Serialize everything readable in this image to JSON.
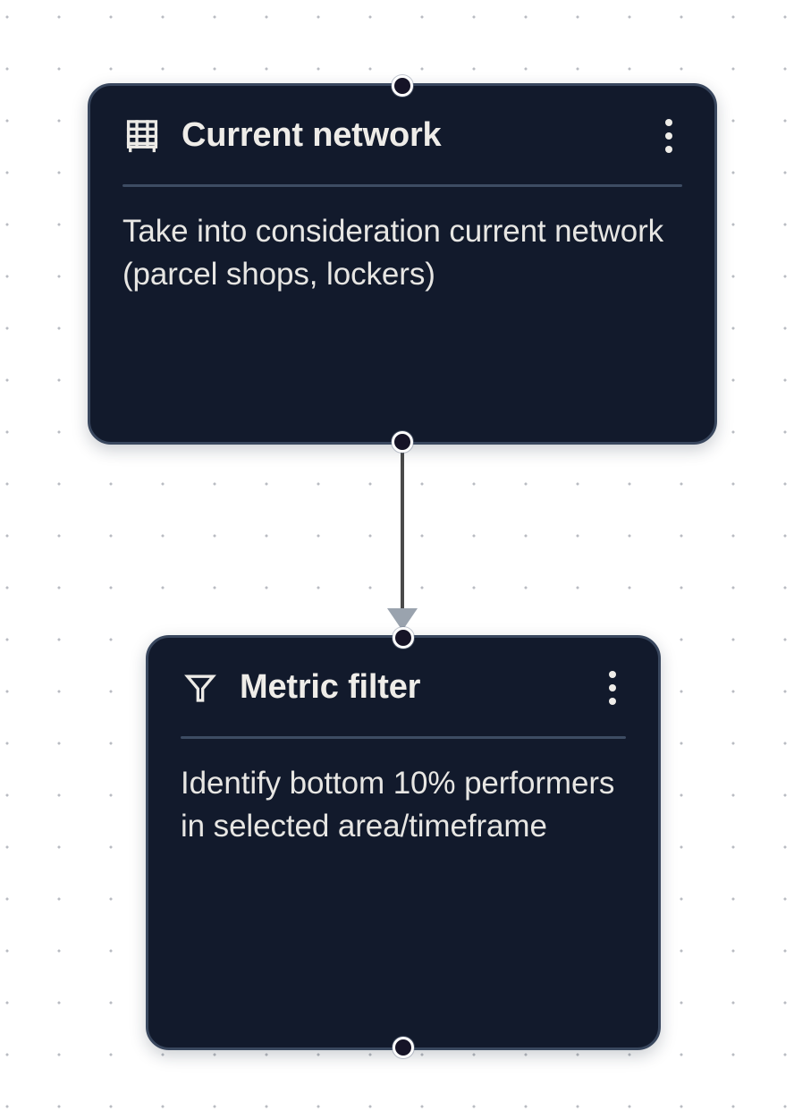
{
  "canvas": {
    "background_color": "#ffffff",
    "grid_dot_color": "#b9bcc2",
    "grid_spacing": 58
  },
  "theme": {
    "node_fill": "#121a2c",
    "node_border": "#39475e",
    "title_color": "#eeece8",
    "body_color": "#e7e6e3",
    "divider_color": "#3d4c63",
    "edge_color": "#4a4a4a",
    "arrow_color": "#9aa3ae",
    "handle_fill": "#161427",
    "handle_ring": "#ffffff"
  },
  "nodes": [
    {
      "id": "current-network",
      "icon": "table-grid-icon",
      "title": "Current network",
      "body": "Take into consideration current network (parcel shops, lockers)",
      "menu_label": "more-options"
    },
    {
      "id": "metric-filter",
      "icon": "funnel-filter-icon",
      "title": "Metric filter",
      "body": "Identify bottom 10% performers in selected area/timeframe",
      "menu_label": "more-options"
    }
  ],
  "edges": [
    {
      "id": "edge-current-network-to-metric-filter",
      "source": "current-network",
      "target": "metric-filter",
      "arrow": "arrow-down"
    }
  ]
}
